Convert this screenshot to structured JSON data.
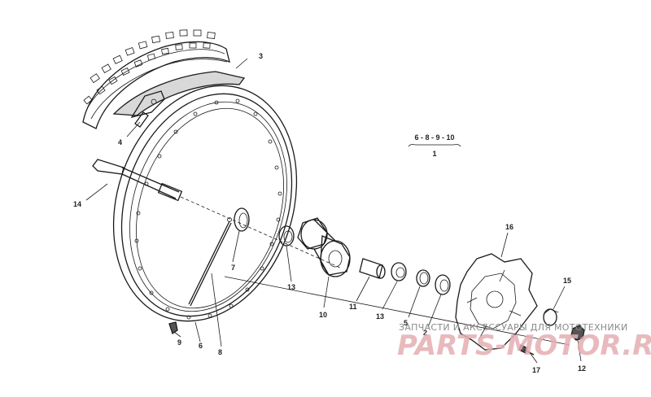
{
  "group_label": {
    "items": "6 - 8 - 9 - 10",
    "kit": "1"
  },
  "callouts": [
    "1",
    "2",
    "3",
    "4",
    "5",
    "6",
    "7",
    "8",
    "9",
    "10",
    "11",
    "12",
    "13",
    "13",
    "14",
    "15",
    "16",
    "17"
  ],
  "watermark": {
    "caption": "ЗАПЧАСТИ И АКСЕССУАРЫ ДЛЯ МОТОТЕХНИКИ",
    "logo": "PARTS-MOTOR.RU",
    "color": "#e4aeb2"
  },
  "labels": {
    "tire": "3",
    "tube_valve": "4",
    "axle": "14",
    "seal_left": "7",
    "bearing_left": "13",
    "hub": "10",
    "spacer": "11",
    "bearing_right": "13",
    "circlip": "5",
    "seal_right": "2",
    "disc": "16",
    "spacer_right": "15",
    "nut": "12",
    "bolt": "17",
    "nipple": "9",
    "rim": "6",
    "spoke": "8"
  }
}
